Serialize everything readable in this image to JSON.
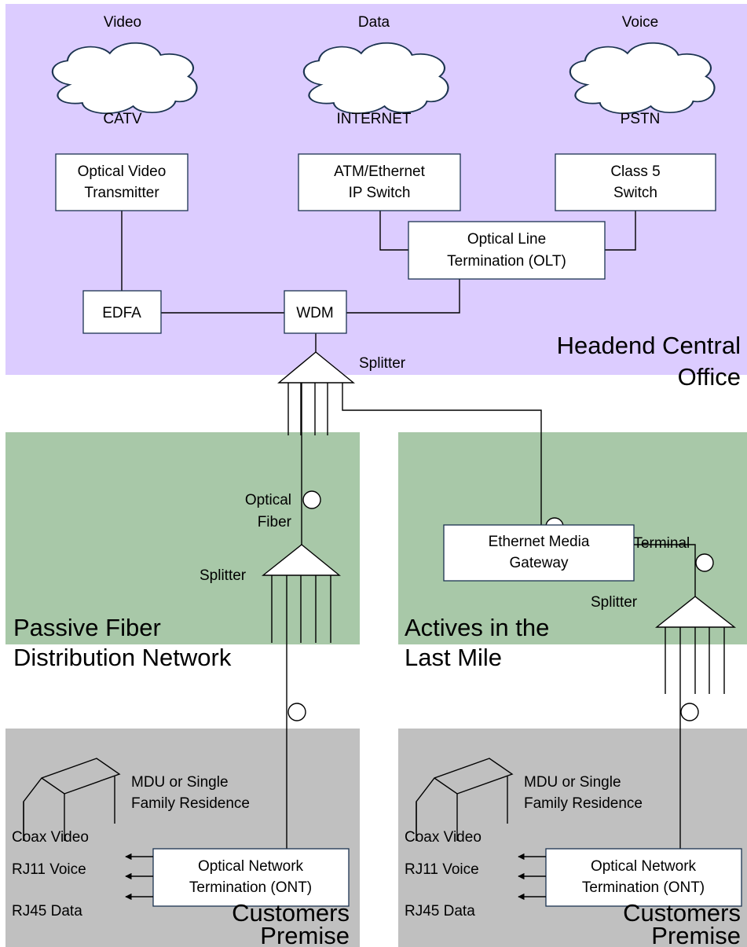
{
  "colors": {
    "headend_bg": "#dcccff",
    "distribution_bg": "#a8c8a8",
    "premise_bg": "#c0c0c0",
    "box_border": "#1b3350",
    "line": "#000000"
  },
  "headend": {
    "region_label_line1": "Headend Central",
    "region_label_line2": "Office",
    "clouds": [
      {
        "category": "Video",
        "name": "CATV",
        "icon": "cloud-icon"
      },
      {
        "category": "Data",
        "name": "INTERNET",
        "icon": "cloud-icon"
      },
      {
        "category": "Voice",
        "name": "PSTN",
        "icon": "cloud-icon"
      }
    ],
    "video_tx": {
      "line1": "Optical Video",
      "line2": "Transmitter"
    },
    "ip_switch": {
      "line1": "ATM/Ethernet",
      "line2": "IP Switch"
    },
    "class5": {
      "line1": "Class 5",
      "line2": "Switch"
    },
    "olt": {
      "line1": "Optical Line",
      "line2": "Termination (OLT)"
    },
    "edfa": "EDFA",
    "wdm": "WDM",
    "splitter": "Splitter"
  },
  "passive": {
    "region_label_line1": "Passive Fiber",
    "region_label_line2": "Distribution Network",
    "fiber_line1": "Optical",
    "fiber_line2": "Fiber",
    "splitter": "Splitter"
  },
  "actives": {
    "region_label_line1": "Actives in the",
    "region_label_line2": "Last Mile",
    "remote_terminal": "Remote Terminal",
    "gateway": {
      "line1": "Ethernet Media",
      "line2": "Gateway"
    },
    "splitter": "Splitter"
  },
  "premises": [
    {
      "residence_line1": "MDU or Single",
      "residence_line2": "Family Residence",
      "coax": "Coax Video",
      "rj11": "RJ11 Voice",
      "rj45": "RJ45 Data",
      "ont_line1": "Optical Network",
      "ont_line2": "Termination (ONT)",
      "label_line1": "Customers",
      "label_line2": "Premise"
    },
    {
      "residence_line1": "MDU or Single",
      "residence_line2": "Family Residence",
      "coax": "Coax Video",
      "rj11": "RJ11 Voice",
      "rj45": "RJ45 Data",
      "ont_line1": "Optical Network",
      "ont_line2": "Termination (ONT)",
      "label_line1": "Customers",
      "label_line2": "Premise"
    }
  ]
}
